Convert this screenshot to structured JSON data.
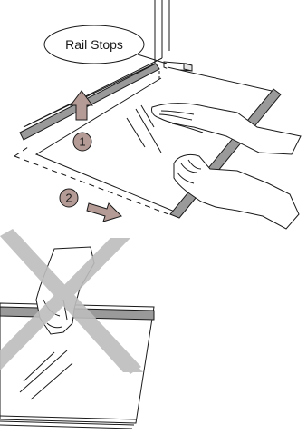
{
  "callout": {
    "label": "Rail Stops"
  },
  "steps": [
    {
      "number": "1"
    },
    {
      "number": "2"
    }
  ],
  "colors": {
    "ink": "#1a1a1a",
    "rail": "#9a9a9a",
    "arrow": "#b59b95",
    "step_circle": "#b59b95",
    "cross": "#bdbdbd"
  }
}
